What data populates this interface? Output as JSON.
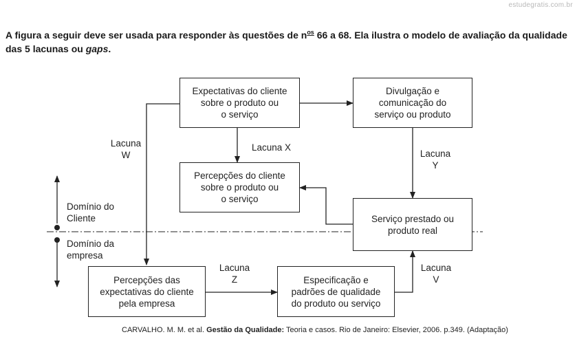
{
  "watermark": "estudegratis.com.br",
  "intro": {
    "part1": "A figura a seguir deve ser usada para responder às questões de n",
    "sup": "os",
    "part2": " 66 a 68. Ela ilustra o modelo de avaliação da qualidade das 5 lacunas ou ",
    "italic": "gaps",
    "part3": "."
  },
  "boxes": {
    "expectativas": "Expectativas do cliente\nsobre o produto ou\no serviço",
    "divulgacao": "Divulgação e\ncomunicação do\nserviço ou produto",
    "percepcoes_cliente": "Percepções do cliente\nsobre o produto ou\no serviço",
    "servico_prestado": "Serviço prestado ou\nproduto real",
    "percepcoes_empresa": "Percepções das\nexpectativas do cliente\npela empresa",
    "especificacao": "Especificação e\npadrões de qualidade\ndo produto ou serviço"
  },
  "labels": {
    "lacuna_w": "Lacuna\nW",
    "lacuna_x": "Lacuna X",
    "lacuna_y": "Lacuna\nY",
    "lacuna_z": "Lacuna\nZ",
    "lacuna_v": "Lacuna\nV",
    "dominio_cliente": "Domínio do\nCliente",
    "dominio_empresa": "Domínio da\nempresa"
  },
  "citation": {
    "authors": "CARVALHO. M. M. et al. ",
    "title": "Gestão da Qualidade:",
    "rest": " Teoria e casos. Rio de Janeiro: Elsevier, 2006. p.349. (Adaptação)"
  },
  "colors": {
    "line": "#222222",
    "text": "#1a1a1a",
    "watermark": "#b8b8b8"
  }
}
